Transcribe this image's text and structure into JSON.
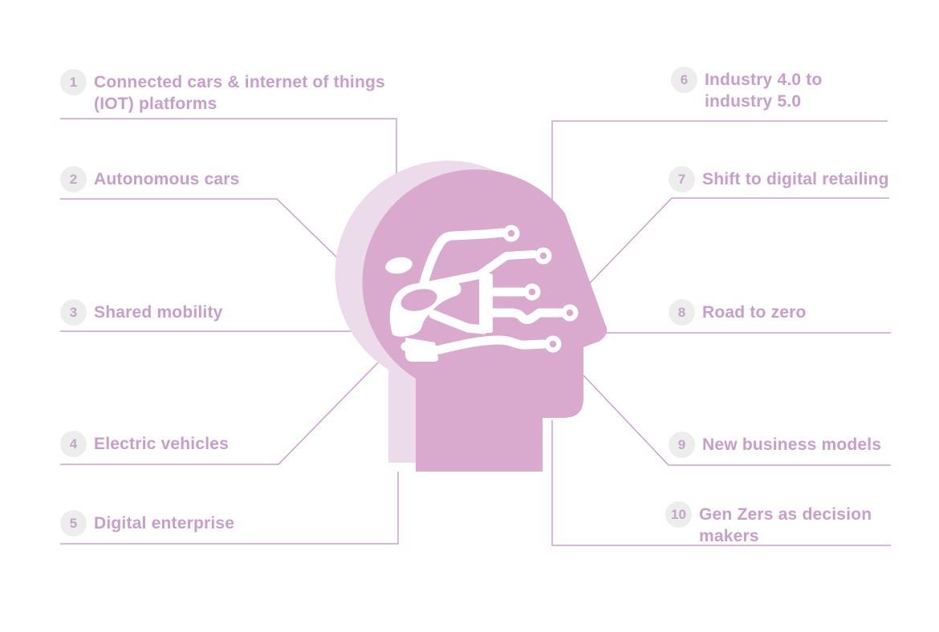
{
  "infographic": {
    "center_icon": "human-head-profile-with-car-and-circuit",
    "colors": {
      "label_text": "#c79ecb",
      "connector_line": "#c9a1cf",
      "head_main": "#d9aacd",
      "head_shadow": "#ecdbeb",
      "badge_background": "#ededed",
      "badge_number": "#c2a4c6",
      "icon_foreground": "#ffffff",
      "background": "#ffffff"
    },
    "items": [
      {
        "number": "1",
        "label": "Connected cars & internet of things\n(IOT) platforms"
      },
      {
        "number": "2",
        "label": "Autonomous cars"
      },
      {
        "number": "3",
        "label": "Shared mobility"
      },
      {
        "number": "4",
        "label": "Electric vehicles"
      },
      {
        "number": "5",
        "label": "Digital enterprise"
      },
      {
        "number": "6",
        "label": "Industry 4.0 to\nindustry 5.0"
      },
      {
        "number": "7",
        "label": "Shift to digital retailing"
      },
      {
        "number": "8",
        "label": "Road to zero"
      },
      {
        "number": "9",
        "label": "New business models"
      },
      {
        "number": "10",
        "label": "Gen Zers as decision\nmakers"
      }
    ]
  }
}
